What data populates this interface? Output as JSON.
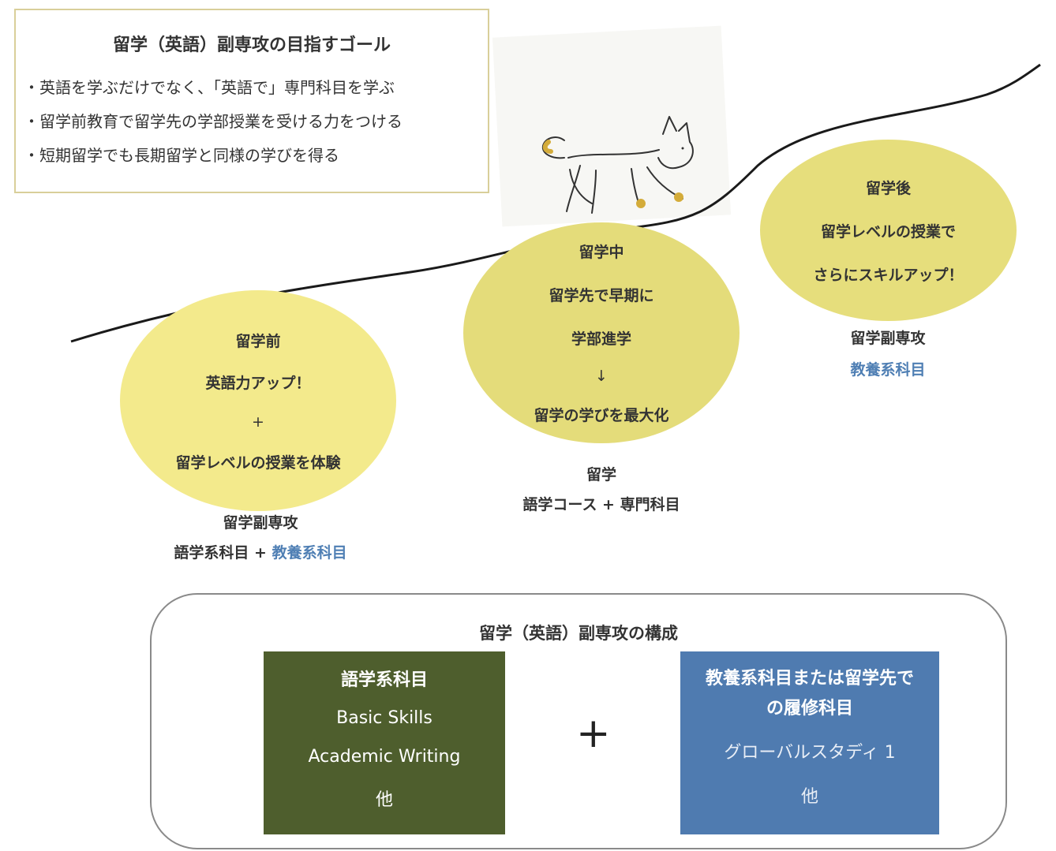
{
  "goal": {
    "title": "留学（英語）副専攻の目指すゴール",
    "items": [
      "・英語を学ぶだけでなく、「英語で」専門科目を学ぶ",
      "・留学前教育で留学先の学部授業を受ける力をつける",
      "・短期留学でも長期留学と同様の学びを得る"
    ]
  },
  "stages": {
    "before": {
      "lines": [
        "留学前",
        "英語力アップ！",
        "+",
        "留学レベルの授業を体験"
      ],
      "caption_title": "留学副専攻",
      "caption_green": "語学系科目",
      "caption_plus": " + ",
      "caption_blue": "教養系科目"
    },
    "during": {
      "lines": [
        "留学中",
        "留学先で早期に",
        "学部進学",
        "↓",
        "留学の学びを最大化"
      ],
      "caption_title": "留学",
      "caption_sub": "語学コース + 専門科目"
    },
    "after": {
      "lines": [
        "留学後",
        "留学レベルの授業で",
        "さらにスキルアップ！"
      ],
      "caption_title": "留学副専攻",
      "caption_blue": "教養系科目"
    }
  },
  "structure": {
    "title": "留学（英語）副専攻の構成",
    "left": {
      "title": "語学系科目",
      "items": [
        "Basic Skills",
        "Academic Writing",
        "他"
      ]
    },
    "plus": "+",
    "right": {
      "title": "教養系科目または留学先での履修科目",
      "items": [
        "グローバルスタディ 1",
        "他"
      ]
    }
  },
  "colors": {
    "goal_border": "#d9cf9a",
    "ellipse_before": "#f3ea8c",
    "ellipse_during": "#e4dc7a",
    "ellipse_after": "#e6de7c",
    "green_box": "#4e5e2d",
    "blue_box": "#4f7bb0",
    "blue_text": "#4f7fb4"
  }
}
